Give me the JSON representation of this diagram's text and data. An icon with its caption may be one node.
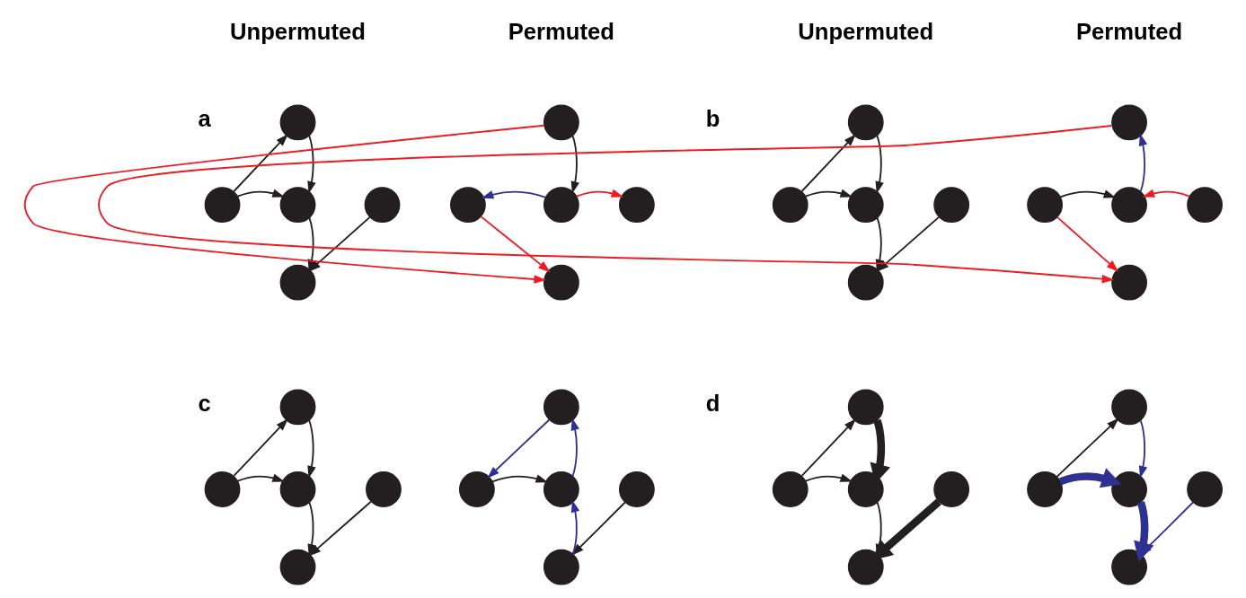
{
  "diagram": {
    "nodes": [
      {
        "text": [],
        "shape": "circle"
      },
      {
        "text": [],
        "shape": "circle"
      },
      {
        "text": [],
        "shape": "circle"
      },
      {
        "text": [],
        "shape": "circle"
      },
      {
        "text": [],
        "shape": "circle"
      },
      {
        "text": [],
        "shape": "circle"
      },
      {
        "text": [],
        "shape": "circle"
      },
      {
        "text": [],
        "shape": "circle"
      },
      {
        "text": [],
        "shape": "circle"
      },
      {
        "text": [],
        "shape": "circle"
      },
      {
        "text": [],
        "shape": "circle"
      },
      {
        "text": [],
        "shape": "circle"
      },
      {
        "text": [],
        "shape": "circle"
      },
      {
        "text": [],
        "shape": "circle"
      },
      {
        "text": [],
        "shape": "circle"
      },
      {
        "text": [],
        "shape": "circle"
      },
      {
        "text": [],
        "shape": "circle"
      },
      {
        "text": [],
        "shape": "circle"
      },
      {
        "text": [],
        "shape": "circle"
      },
      {
        "text": [],
        "shape": "circle"
      },
      {
        "text": [],
        "shape": "circle"
      },
      {
        "text": [],
        "shape": "circle"
      },
      {
        "text": [],
        "shape": "circle"
      },
      {
        "text": [],
        "shape": "circle"
      },
      {
        "text": [],
        "shape": "circle"
      },
      {
        "text": [],
        "shape": "circle"
      },
      {
        "text": [],
        "shape": "circle"
      },
      {
        "text": [],
        "shape": "circle"
      },
      {
        "text": [],
        "shape": "circle"
      },
      {
        "text": [],
        "shape": "circle"
      },
      {
        "text": [],
        "shape": "circle"
      },
      {
        "text": [],
        "shape": "circle"
      },
      {
        "text": [],
        "shape": "circle"
      },
      {
        "text": [],
        "shape": "circle"
      },
      {
        "text": [],
        "shape": "circle"
      },
      {
        "text": [],
        "shape": "circle"
      },
      {
        "text": [],
        "shape": "circle"
      },
      {
        "text": [],
        "shape": "circle"
      },
      {
        "text": [],
        "shape": "circle"
      },
      {
        "text": [],
        "shape": "circle"
      }
    ],
    "edges": [
      {
        "from": 1,
        "to": 0,
        "arrow": "to"
      },
      {
        "from": 1,
        "to": 2,
        "arrow": "to"
      },
      {
        "from": 0,
        "to": 2,
        "arrow": "to"
      },
      {
        "from": 2,
        "to": 4,
        "arrow": "to"
      },
      {
        "from": 3,
        "to": 4,
        "arrow": "to"
      },
      {
        "from": 5,
        "to": 7,
        "arrow": "to"
      },
      {
        "from": 7,
        "to": 6,
        "arrow": "to",
        "color": "#2e3192"
      },
      {
        "from": 7,
        "to": 8,
        "arrow": "to",
        "color": "#ed1c24"
      },
      {
        "from": 6,
        "to": 9,
        "arrow": "to",
        "color": "#ed1c24"
      },
      {
        "from": 5,
        "to": 9,
        "arrow": "to",
        "color": "#ed1c24"
      },
      {
        "from": 11,
        "to": 10,
        "arrow": "to"
      },
      {
        "from": 11,
        "to": 12,
        "arrow": "to"
      },
      {
        "from": 10,
        "to": 12,
        "arrow": "to"
      },
      {
        "from": 12,
        "to": 14,
        "arrow": "to"
      },
      {
        "from": 13,
        "to": 14,
        "arrow": "to"
      },
      {
        "from": 16,
        "to": 17,
        "arrow": "to"
      },
      {
        "from": 17,
        "to": 15,
        "arrow": "to",
        "color": "#2e3192"
      },
      {
        "from": 18,
        "to": 17,
        "arrow": "to",
        "color": "#ed1c24"
      },
      {
        "from": 16,
        "to": 19,
        "arrow": "to",
        "color": "#ed1c24"
      },
      {
        "from": 15,
        "to": 19,
        "arrow": "to",
        "color": "#ed1c24"
      },
      {
        "from": 21,
        "to": 20,
        "arrow": "to"
      },
      {
        "from": 21,
        "to": 22,
        "arrow": "to"
      },
      {
        "from": 20,
        "to": 22,
        "arrow": "to"
      },
      {
        "from": 22,
        "to": 24,
        "arrow": "to"
      },
      {
        "from": 23,
        "to": 24,
        "arrow": "to"
      },
      {
        "from": 25,
        "to": 26,
        "arrow": "to",
        "color": "#2e3192"
      },
      {
        "from": 26,
        "to": 27,
        "arrow": "to"
      },
      {
        "from": 27,
        "to": 25,
        "arrow": "to",
        "color": "#2e3192"
      },
      {
        "from": 29,
        "to": 27,
        "arrow": "to",
        "color": "#2e3192"
      },
      {
        "from": 28,
        "to": 29,
        "arrow": "to"
      },
      {
        "from": 31,
        "to": 30,
        "arrow": "to"
      },
      {
        "from": 31,
        "to": 32,
        "arrow": "to"
      },
      {
        "from": 30,
        "to": 32,
        "arrow": "to",
        "style": "thick"
      },
      {
        "from": 32,
        "to": 34,
        "arrow": "to"
      },
      {
        "from": 33,
        "to": 34,
        "arrow": "to",
        "style": "thick"
      },
      {
        "from": 36,
        "to": 35,
        "arrow": "to"
      },
      {
        "from": 35,
        "to": 37,
        "arrow": "to",
        "color": "#2e3192"
      },
      {
        "from": 36,
        "to": 37,
        "arrow": "to",
        "style": "thick",
        "color": "#2e3192"
      },
      {
        "from": 37,
        "to": 39,
        "arrow": "to",
        "style": "thick",
        "color": "#2e3192"
      },
      {
        "from": 38,
        "to": 39,
        "arrow": "to",
        "color": "#2e3192"
      }
    ],
    "labels": [
      "Unpermuted",
      "Permuted",
      "Unpermuted",
      "Permuted",
      "a",
      "b",
      "c",
      "d"
    ]
  }
}
